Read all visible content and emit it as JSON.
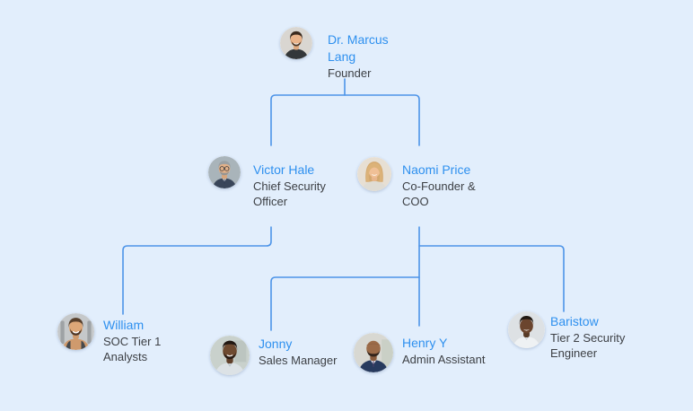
{
  "page": {
    "background_color": "#e2eefc",
    "connector_color": "#4d94e8",
    "name_color": "#2e90ef",
    "title_color": "#3d4045"
  },
  "org_chart": {
    "nodes": [
      {
        "id": "marcus",
        "name": "Dr. Marcus Lang",
        "title": "Founder",
        "avatar": "man-dark-hair-beard-photo",
        "manager": null
      },
      {
        "id": "victor",
        "name": "Victor Hale",
        "title": "Chief Security Officer",
        "avatar": "man-gray-hair-glasses-suit-photo",
        "manager": "marcus"
      },
      {
        "id": "naomi",
        "name": "Naomi Price",
        "title": "Co-Founder & COO",
        "avatar": "woman-blonde-hair-photo",
        "manager": "marcus"
      },
      {
        "id": "william",
        "name": "William",
        "title": "SOC Tier 1 Analysts",
        "avatar": "man-brown-beard-smiling-photo",
        "manager": "victor"
      },
      {
        "id": "jonny",
        "name": "Jonny",
        "title": "Sales Manager",
        "avatar": "man-short-hair-beard-photo",
        "manager": "naomi"
      },
      {
        "id": "henry",
        "name": "Henry Y",
        "title": "Admin Assistant",
        "avatar": "man-bald-beard-suit-photo",
        "manager": "naomi"
      },
      {
        "id": "baristow",
        "name": "Baristow",
        "title": "Tier 2 Security Engineer",
        "avatar": "man-smiling-white-shirt-photo",
        "manager": "naomi"
      }
    ]
  }
}
